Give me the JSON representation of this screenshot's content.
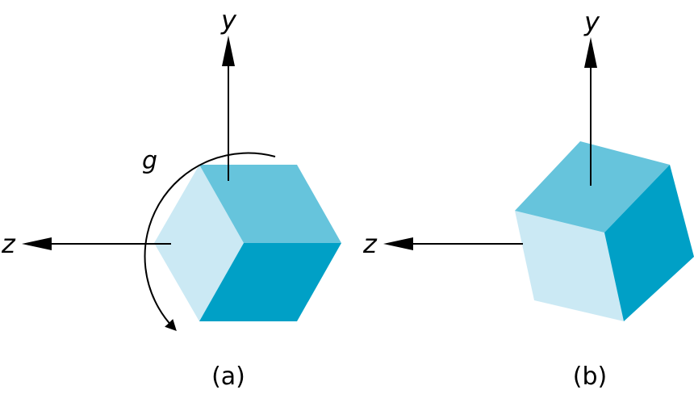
{
  "colors": {
    "face_top": "#66c4dc",
    "face_light": "#cbe9f4",
    "face_dark": "#00a0c6",
    "axis": "#000000",
    "background": "#ffffff"
  },
  "panel_a": {
    "y_axis_label": "y",
    "z_axis_label": "z",
    "rotation_label": "g",
    "caption": "(a)"
  },
  "panel_b": {
    "y_axis_label": "y",
    "z_axis_label": "z",
    "caption": "(b)"
  }
}
